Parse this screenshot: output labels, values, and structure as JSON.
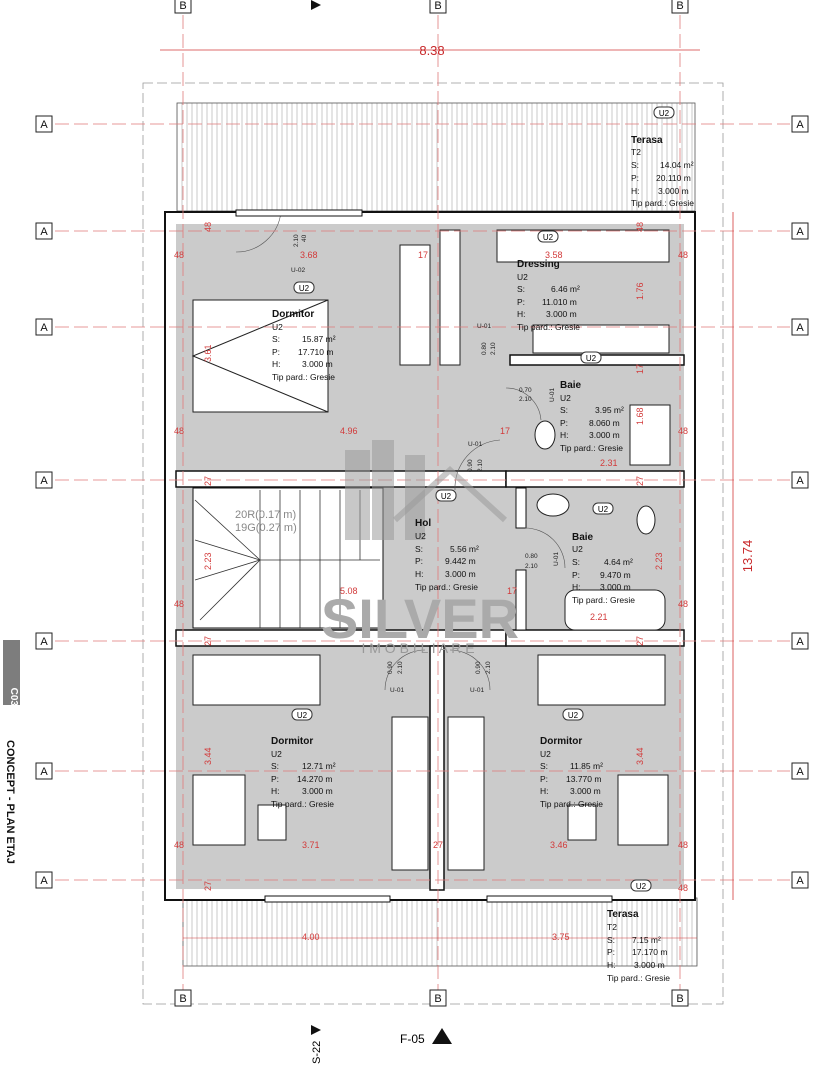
{
  "sheet": {
    "code": "C03",
    "title": "CONCEPT - PLAN ETAJ",
    "section_mark": "F-05",
    "section_mark_side": "S-22"
  },
  "watermark": {
    "brand": "SILVER",
    "sub": "I M O B I L I A R E"
  },
  "grid": {
    "row_label": "A",
    "col_label": "B"
  },
  "overall_dims": {
    "width": "8.38",
    "height": "13.74"
  },
  "dims": [
    "48",
    "3.68",
    "17",
    "3.58",
    "48",
    "1.76",
    "3.61",
    "4.96",
    "17",
    "2.31",
    "1.68",
    "27",
    "2.23",
    "5.08",
    "17",
    "2.21",
    "2.23",
    "27",
    "3.44",
    "3.44",
    "3.71",
    "27",
    "3.46",
    "48",
    "4.00",
    "3.75",
    "48",
    "48",
    "48",
    "27",
    "48",
    "27",
    "17",
    "48",
    "48",
    "27",
    "48",
    "48"
  ],
  "stairs": {
    "risers": "20R(0.17 m)",
    "treads": "19G(0.27 m)"
  },
  "doors": {
    "u01": "U-01",
    "u02": "U-02",
    "d080": "0.80",
    "d090": "0.90",
    "d070": "0.70",
    "h210": "2.10",
    "d040": "40"
  },
  "finish_tag": "U2",
  "labels": {
    "s": "S:",
    "p": "P:",
    "h": "H:",
    "tip": "Tip pard.: Gresie"
  },
  "rooms": [
    {
      "name": "Terasa",
      "code": "T2",
      "area": "14.04 m²",
      "perimeter": "20.110 m",
      "height": "3.000 m"
    },
    {
      "name": "Dressing",
      "code": "U2",
      "area": "6.46 m²",
      "perimeter": "11.010 m",
      "height": "3.000 m"
    },
    {
      "name": "Dormitor",
      "code": "U2",
      "area": "15.87 m²",
      "perimeter": "17.710 m",
      "height": "3.000 m"
    },
    {
      "name": "Baie",
      "code": "U2",
      "area": "3.95 m²",
      "perimeter": "8.060 m",
      "height": "3.000 m"
    },
    {
      "name": "Hol",
      "code": "U2",
      "area": "5.56 m²",
      "perimeter": "9.442 m",
      "height": "3.000 m"
    },
    {
      "name": "Baie",
      "code": "U2",
      "area": "4.64 m²",
      "perimeter": "9.470 m",
      "height": "3.000 m"
    },
    {
      "name": "Dormitor",
      "code": "U2",
      "area": "12.71 m²",
      "perimeter": "14.270 m",
      "height": "3.000 m"
    },
    {
      "name": "Dormitor",
      "code": "U2",
      "area": "11.85 m²",
      "perimeter": "13.770 m",
      "height": "3.000 m"
    },
    {
      "name": "Terasa",
      "code": "T2",
      "area": "7.15 m²",
      "perimeter": "17.170 m",
      "height": "3.000 m"
    }
  ],
  "colors": {
    "dimension": "#d23a3a",
    "floor": "#cbcbcb",
    "wall": "#111111"
  }
}
